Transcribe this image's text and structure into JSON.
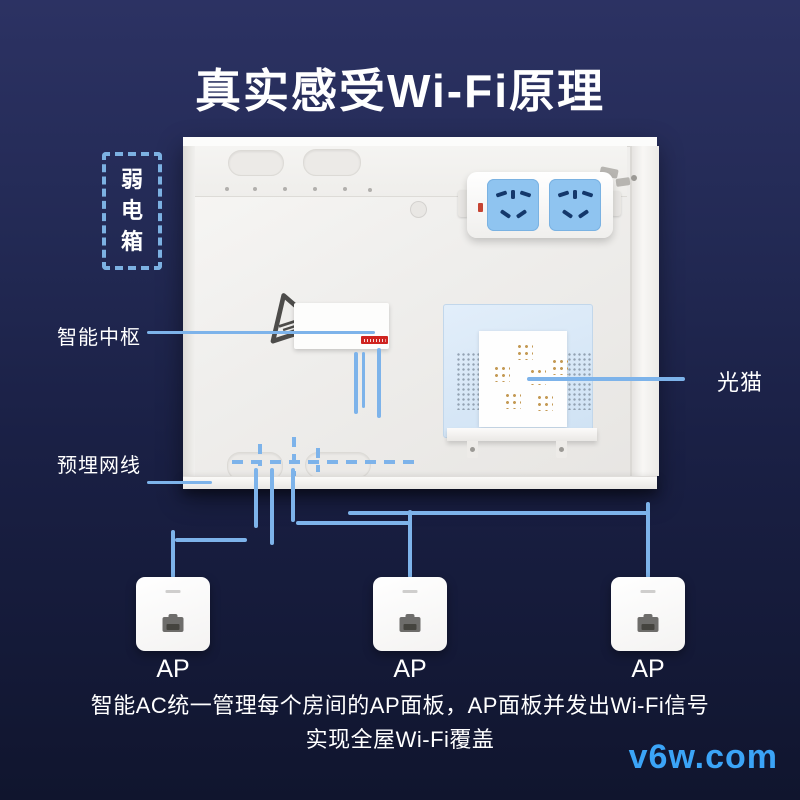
{
  "page": {
    "title": "真实感受Wi-Fi原理"
  },
  "diagram": {
    "box_tag": "弱电箱",
    "box_tag_chars": [
      "弱",
      "电",
      "箱"
    ],
    "callouts": {
      "smart_hub": "智能中枢",
      "buried_cable": "预埋网线",
      "optical_modem": "光猫"
    },
    "ap_panels": [
      {
        "label": "AP"
      },
      {
        "label": "AP"
      },
      {
        "label": "AP"
      }
    ]
  },
  "caption": {
    "line1": "智能AC统一管理每个房间的AP面板，AP面板并发出Wi-Fi信号",
    "line2": "实现全屋Wi-Fi覆盖"
  },
  "watermark": "v6w.com",
  "colors": {
    "background_top": "#2c3263",
    "background_bottom": "#10152e",
    "cable_line": "#7db3ea",
    "dashed_border": "#7cb1e2",
    "socket_blue": "#8fc4f0",
    "socket_hole": "#14386b",
    "brand_chip_red": "#cf2420",
    "modem_panel_blue": "#d6e6f7",
    "gold_dots": "#c49a55",
    "watermark_blue": "#3ba4f7",
    "title_text": "#ffffff"
  }
}
